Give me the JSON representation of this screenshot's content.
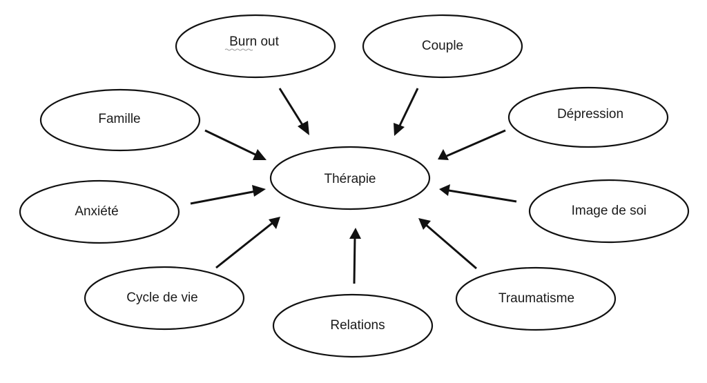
{
  "diagram": {
    "title": "Thérapie",
    "center": {
      "id": "therapie",
      "label": "Thérapie"
    },
    "nodes": [
      {
        "id": "burn-out",
        "label": "Burn out",
        "spellcheck_word": "Burn"
      },
      {
        "id": "couple",
        "label": "Couple"
      },
      {
        "id": "famille",
        "label": "Famille"
      },
      {
        "id": "depression",
        "label": "Dépression"
      },
      {
        "id": "anxiete",
        "label": "Anxiété"
      },
      {
        "id": "image-de-soi",
        "label": "Image de soi"
      },
      {
        "id": "cycle-de-vie",
        "label": "Cycle de vie"
      },
      {
        "id": "traumatisme",
        "label": "Traumatisme"
      },
      {
        "id": "relations",
        "label": "Relations"
      }
    ],
    "edges": [
      {
        "from": "burn-out",
        "to": "therapie"
      },
      {
        "from": "couple",
        "to": "therapie"
      },
      {
        "from": "famille",
        "to": "therapie"
      },
      {
        "from": "depression",
        "to": "therapie"
      },
      {
        "from": "anxiete",
        "to": "therapie"
      },
      {
        "from": "image-de-soi",
        "to": "therapie"
      },
      {
        "from": "cycle-de-vie",
        "to": "therapie"
      },
      {
        "from": "traumatisme",
        "to": "therapie"
      },
      {
        "from": "relations",
        "to": "therapie"
      }
    ],
    "colors": {
      "stroke": "#111111",
      "text": "#1a1a1a",
      "background": "#ffffff"
    }
  }
}
